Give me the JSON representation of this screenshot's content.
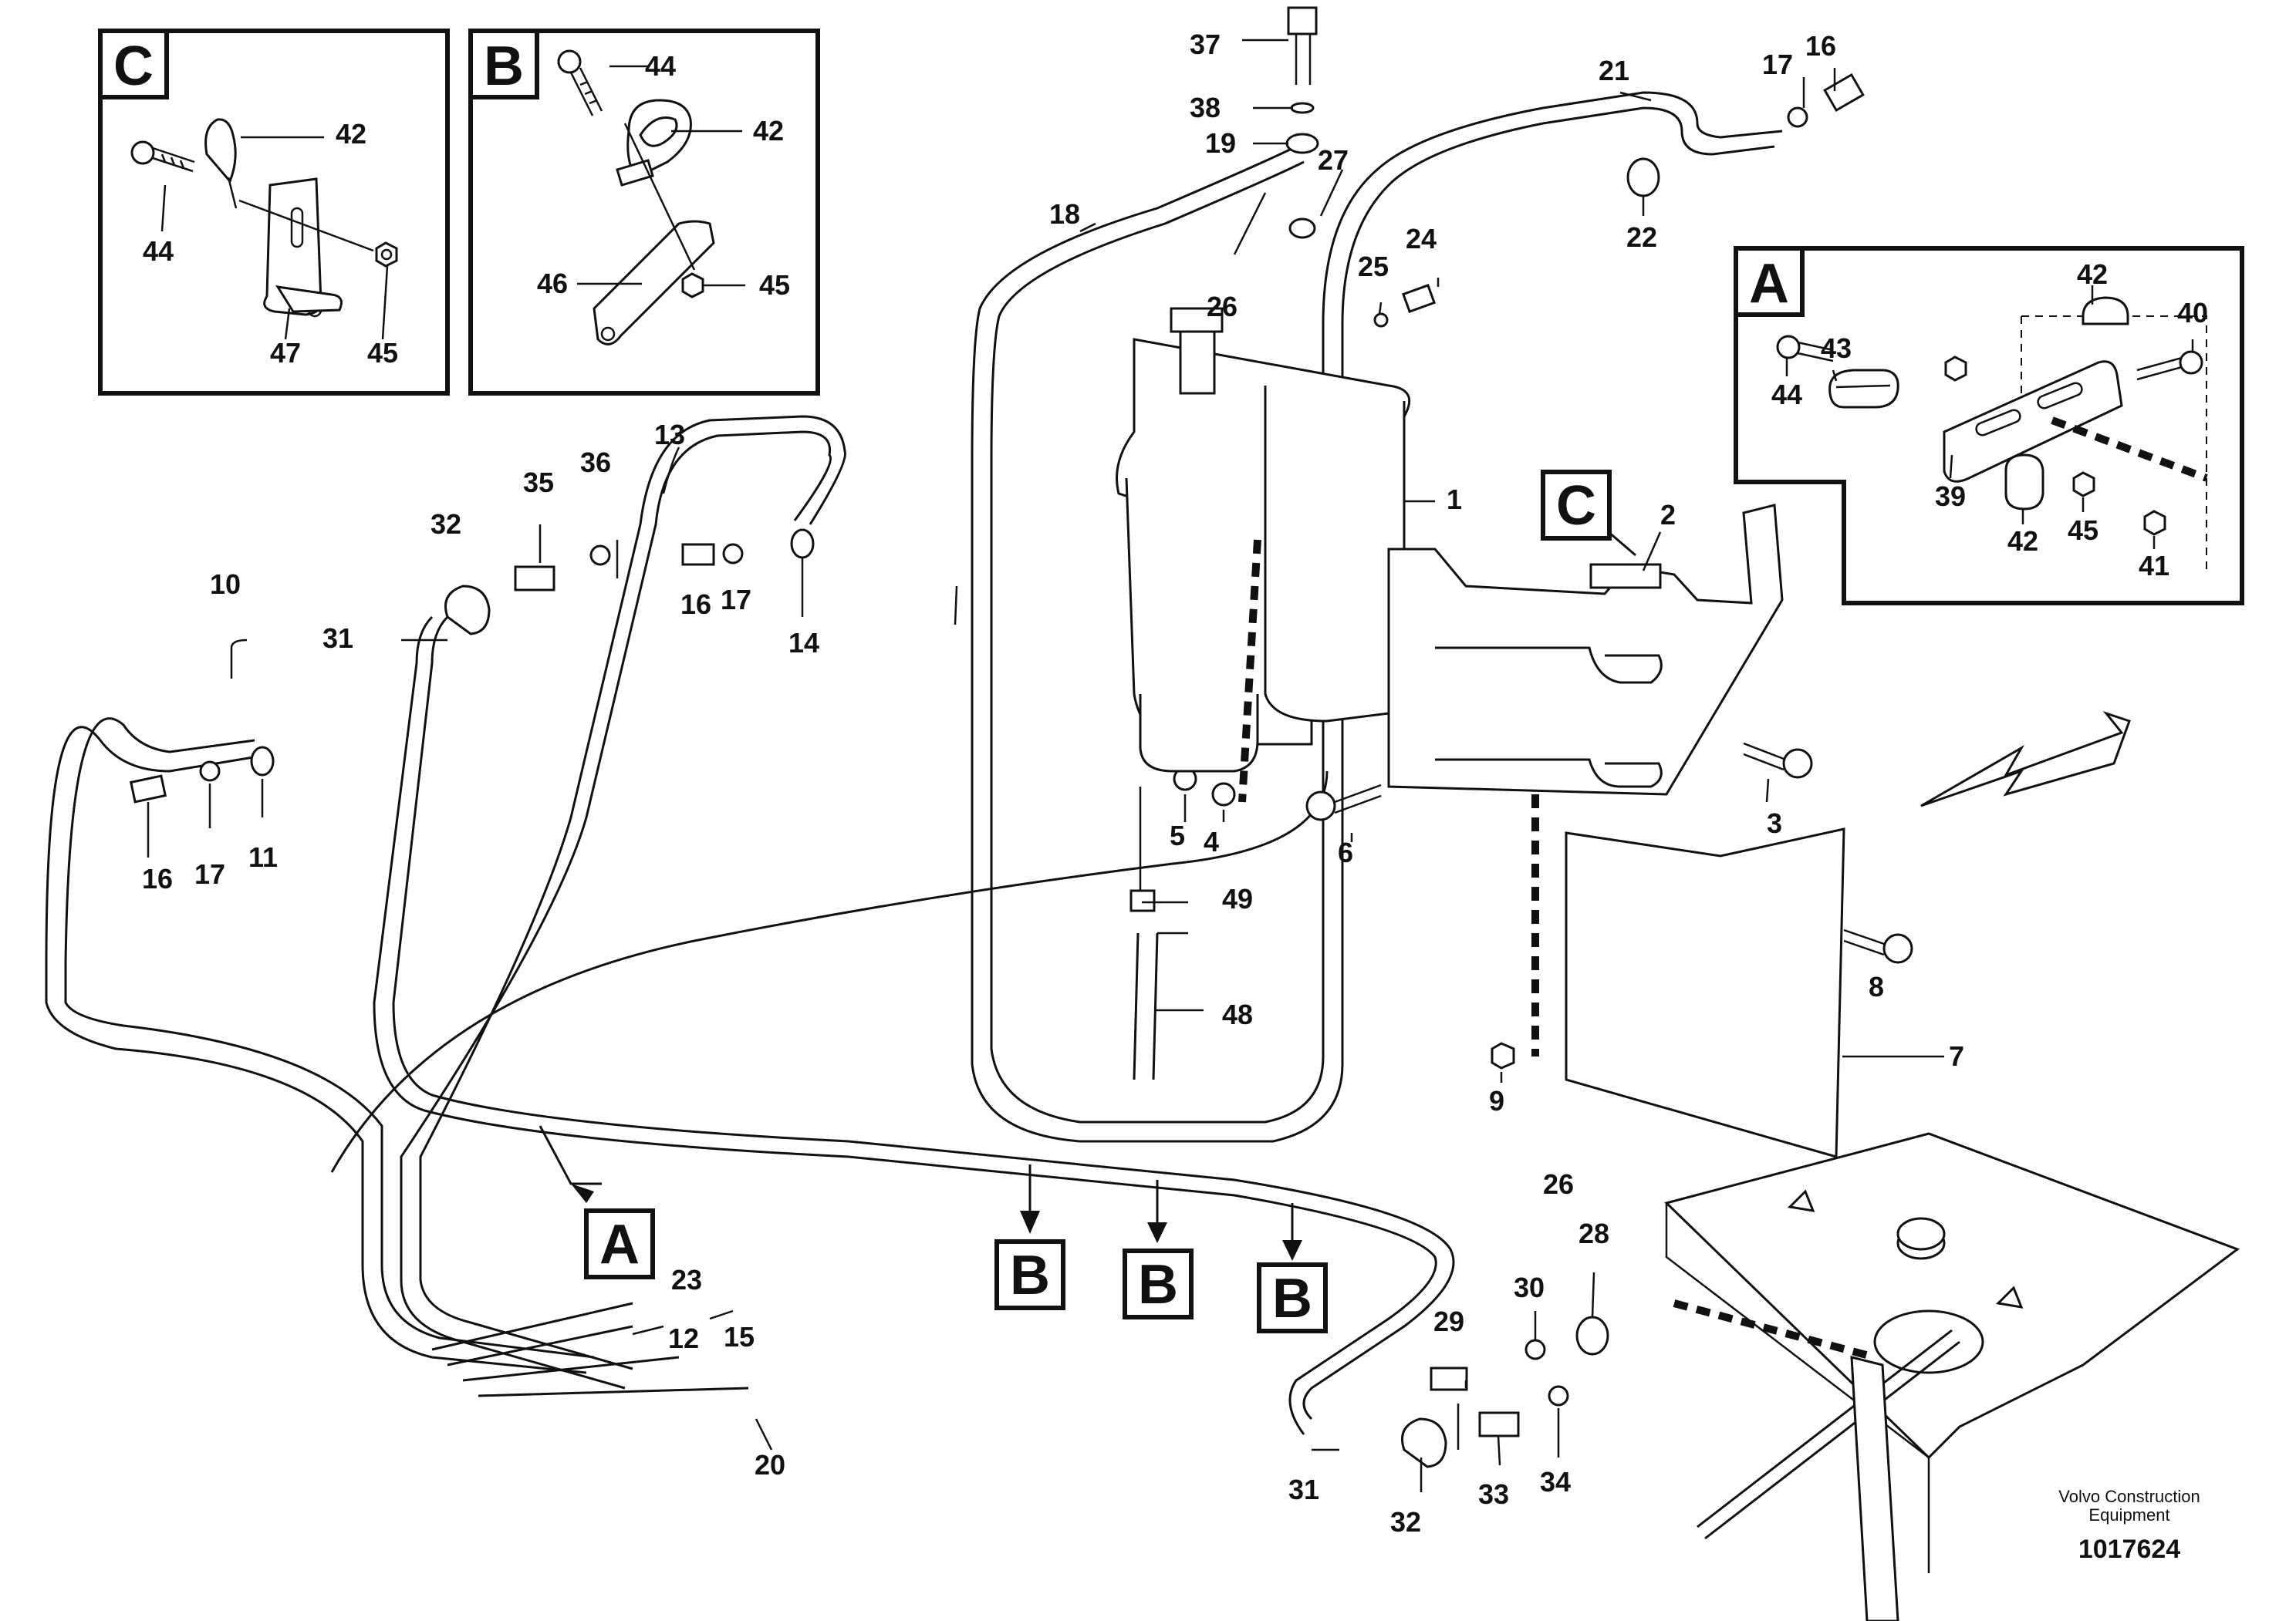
{
  "callout_labels": {
    "n1": "1",
    "n2": "2",
    "n3": "3",
    "n4": "4",
    "n5": "5",
    "n6": "6",
    "n7": "7",
    "n8": "8",
    "n9": "9",
    "n10": "10",
    "n11": "11",
    "n12": "12",
    "n13": "13",
    "n14": "14",
    "n15": "15",
    "n16a": "16",
    "n16b": "16",
    "n16c": "16",
    "n17a": "17",
    "n17b": "17",
    "n17c": "17",
    "n18": "18",
    "n19": "19",
    "n20": "20",
    "n21": "21",
    "n22": "22",
    "n23": "23",
    "n24": "24",
    "n25": "25",
    "n26a": "26",
    "n26b": "26",
    "n27": "27",
    "n28": "28",
    "n29": "29",
    "n30": "30",
    "n31a": "31",
    "n31b": "31",
    "n32a": "32",
    "n32b": "32",
    "n33": "33",
    "n34": "34",
    "n35": "35",
    "n36": "36",
    "n37": "37",
    "n38": "38",
    "n48": "48",
    "n49": "49"
  },
  "detail_c": {
    "badge": "C",
    "labels": {
      "n42": "42",
      "n44": "44",
      "n45": "45",
      "n47": "47"
    }
  },
  "detail_b": {
    "badge": "B",
    "labels": {
      "n44": "44",
      "n42": "42",
      "n46": "46",
      "n45": "45"
    }
  },
  "detail_a": {
    "badge": "A",
    "labels": {
      "n42a": "42",
      "n40": "40",
      "n43": "43",
      "n44": "44",
      "n39": "39",
      "n42b": "42",
      "n45": "45",
      "n41": "41"
    }
  },
  "view_markers": {
    "a": "A",
    "b1": "B",
    "b2": "B",
    "b3": "B",
    "c": "C"
  },
  "footer": {
    "company_line1": "Volvo Construction",
    "company_line2": "Equipment",
    "document_id": "1017624"
  }
}
